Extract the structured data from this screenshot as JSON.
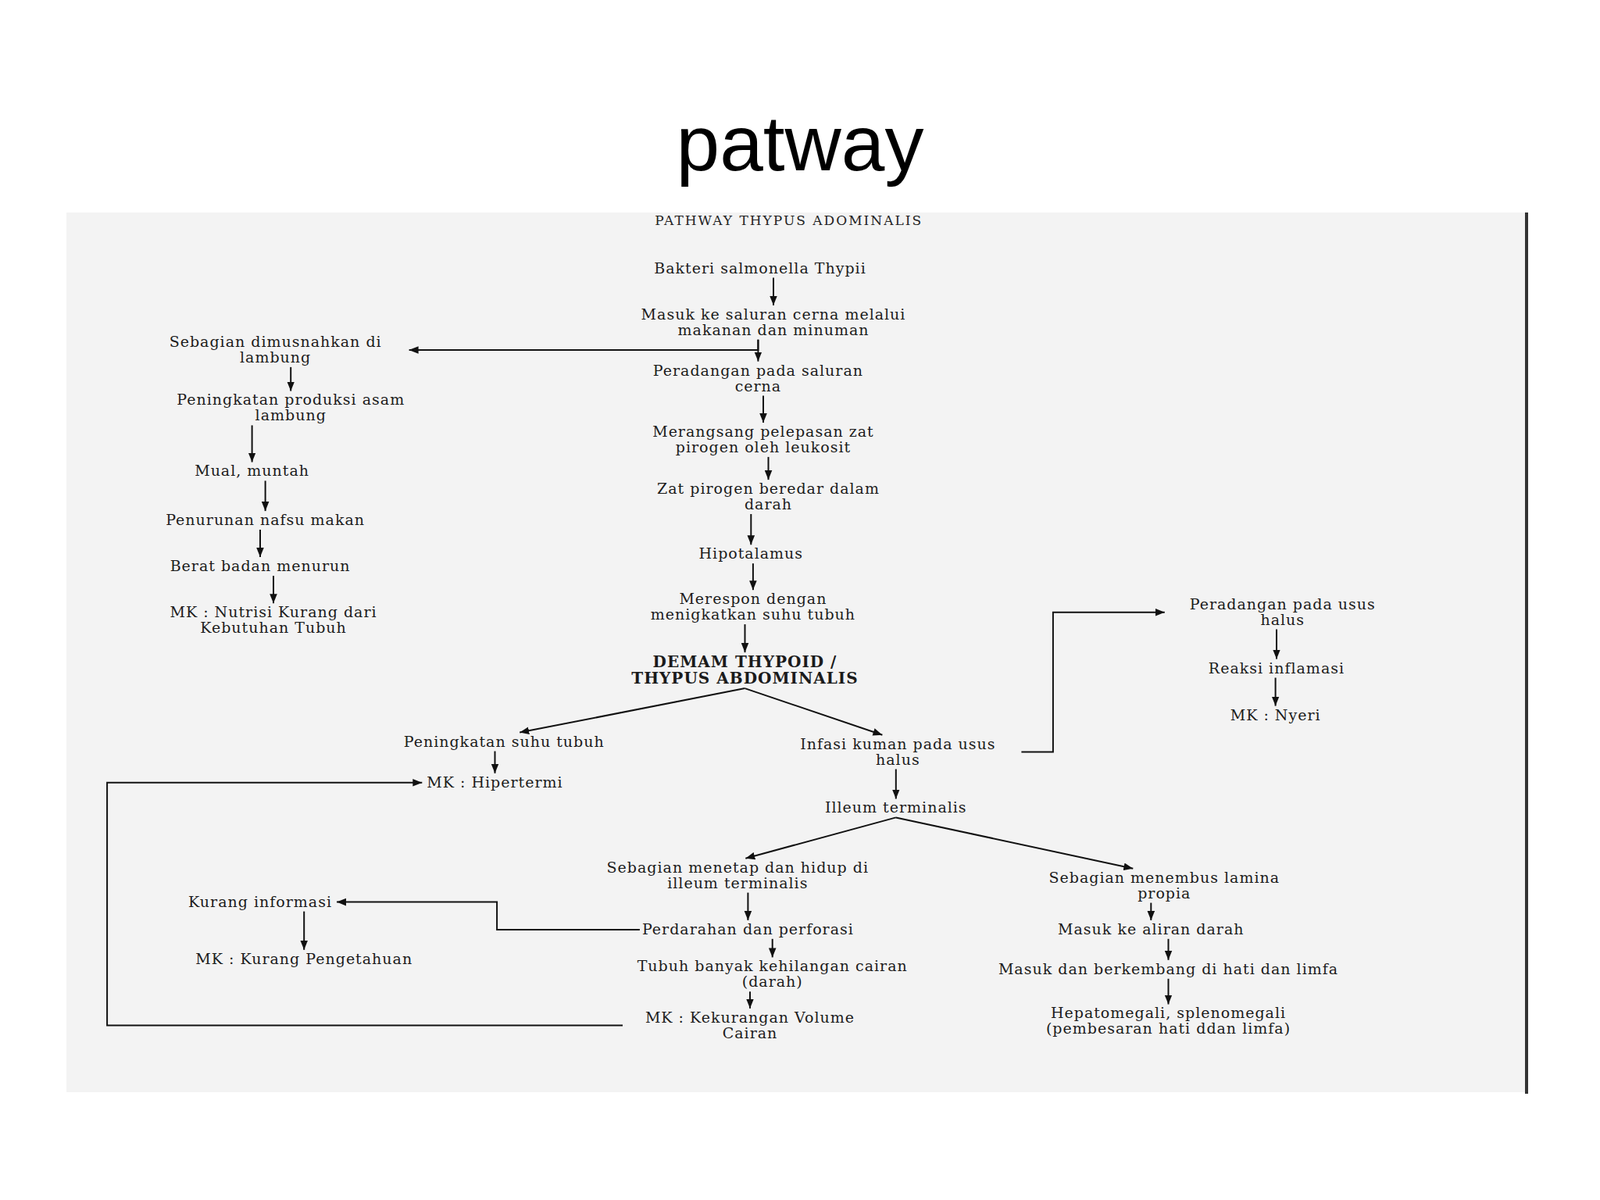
{
  "diagram": {
    "title": "patway",
    "nodes": [
      {
        "text": [
          "Bakteri salmonella Thypii"
        ]
      },
      {
        "text": [
          "Masuk ke saluran cerna melalui makanan dan minuman"
        ]
      },
      {
        "text": [
          "Sebagian dimusnahkan di lambung"
        ]
      },
      {
        "text": [
          "Peningkatan produksi asam lambung"
        ]
      },
      {
        "text": [
          "Mual, muntah"
        ]
      },
      {
        "text": [
          "Penurunan nafsu makan"
        ]
      },
      {
        "text": [
          "Berat badan menurun"
        ]
      },
      {
        "text": [
          "MK : Nutrisi Kurang dari Kebutuhan Tubuh"
        ]
      },
      {
        "text": [
          "Peradangan pada saluran cerna"
        ]
      },
      {
        "text": [
          "Merangsang pelepasan zat pirogen oleh leukosit"
        ]
      },
      {
        "text": [
          "Zat pirogen beredar dalam darah"
        ]
      },
      {
        "text": [
          "Hipotalamus"
        ]
      },
      {
        "text": [
          "Merespon dengan menigkatkan suhu tubuh"
        ]
      },
      {
        "text": [
          "DEMAM THYPOID / THYPUS ABDOMINALIS"
        ]
      },
      {
        "text": [
          "Peradangan pada usus halus"
        ]
      },
      {
        "text": [
          "Reaksi inflamasi"
        ]
      },
      {
        "text": [
          "MK : Nyeri"
        ]
      },
      {
        "text": [
          "Peningkatan suhu tubuh"
        ]
      },
      {
        "text": [
          "Infasi kuman pada usus halus"
        ]
      },
      {
        "text": [
          "MK : Hipertermi"
        ]
      },
      {
        "text": [
          "Illeum terminalis"
        ]
      },
      {
        "text": [
          "Sebagian menetap dan hidup di illeum terminalis"
        ]
      },
      {
        "text": [
          "Sebagian menembus lamina propia"
        ]
      },
      {
        "text": [
          "Kurang informasi"
        ]
      },
      {
        "text": [
          "Perdarahan dan perforasi"
        ]
      },
      {
        "text": [
          "Masuk ke aliran darah"
        ]
      },
      {
        "text": [
          "MK : Kurang Pengetahuan"
        ]
      },
      {
        "text": [
          "Tubuh banyak kehilangan cairan (darah)"
        ]
      },
      {
        "text": [
          "Masuk dan berkembang di hati dan limfa"
        ]
      },
      {
        "text": [
          "MK : Kekurangan Volume Cairan"
        ]
      },
      {
        "text": [
          "Hepatomegali, splenomegali (pembesaran hati ddan limfa)"
        ]
      }
    ],
    "edges": [
      {
        "from": 0,
        "to": 1,
        "arrow": "to"
      },
      {
        "from": 1,
        "to": 2,
        "arrow": "to"
      },
      {
        "from": 1,
        "to": 8,
        "arrow": "to"
      },
      {
        "from": 2,
        "to": 3,
        "arrow": "to"
      },
      {
        "from": 3,
        "to": 4,
        "arrow": "to"
      },
      {
        "from": 4,
        "to": 5,
        "arrow": "to"
      },
      {
        "from": 5,
        "to": 6,
        "arrow": "to"
      },
      {
        "from": 6,
        "to": 7,
        "arrow": "to"
      },
      {
        "from": 8,
        "to": 9,
        "arrow": "to"
      },
      {
        "from": 9,
        "to": 10,
        "arrow": "to"
      },
      {
        "from": 10,
        "to": 11,
        "arrow": "to"
      },
      {
        "from": 11,
        "to": 12,
        "arrow": "to"
      },
      {
        "from": 12,
        "to": 13,
        "arrow": "to"
      },
      {
        "from": 13,
        "to": 17,
        "arrow": "to"
      },
      {
        "from": 13,
        "to": 18,
        "arrow": "to"
      },
      {
        "from": 17,
        "to": 19,
        "arrow": "to"
      },
      {
        "from": 18,
        "to": 14,
        "arrow": "to"
      },
      {
        "from": 14,
        "to": 15,
        "arrow": "to"
      },
      {
        "from": 15,
        "to": 16,
        "arrow": "to"
      },
      {
        "from": 18,
        "to": 20,
        "arrow": "to"
      },
      {
        "from": 20,
        "to": 21,
        "arrow": "to"
      },
      {
        "from": 20,
        "to": 22,
        "arrow": "to"
      },
      {
        "from": 21,
        "to": 24,
        "arrow": "to"
      },
      {
        "from": 24,
        "to": 23,
        "arrow": "to"
      },
      {
        "from": 23,
        "to": 26,
        "arrow": "to"
      },
      {
        "from": 24,
        "to": 27,
        "arrow": "to"
      },
      {
        "from": 27,
        "to": 29,
        "arrow": "to"
      },
      {
        "from": 29,
        "to": 19,
        "arrow": "to"
      },
      {
        "from": 22,
        "to": 25,
        "arrow": "to"
      },
      {
        "from": 25,
        "to": 28,
        "arrow": "to"
      },
      {
        "from": 28,
        "to": 30,
        "arrow": "to"
      }
    ],
    "labels": [
      "PATHWAY THYPUS ADOMINALIS"
    ]
  }
}
